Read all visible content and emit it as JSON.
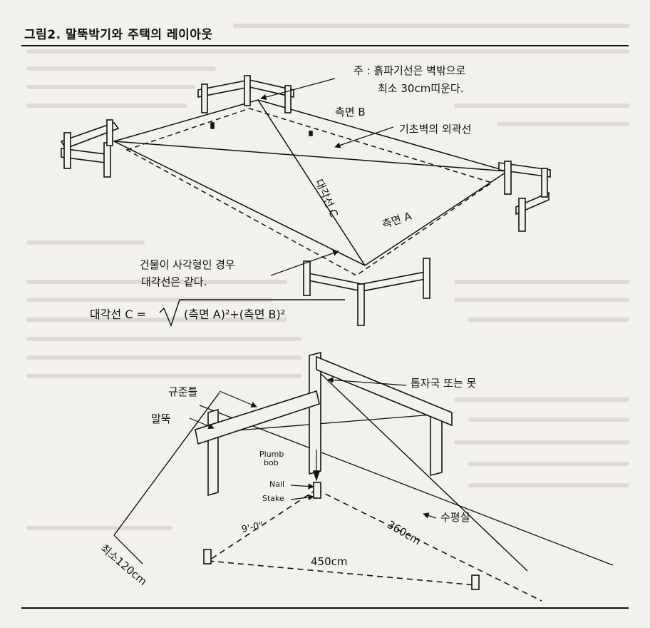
{
  "figure": {
    "title": "그림2. 말뚝박기와 주택의 레이아웃"
  },
  "top_diagram": {
    "note_line1": "주 : 흙파기선은 벽밖으로",
    "note_line2": "최소 30cm띠운다.",
    "side_b": "측면 B",
    "foundation_outline": "기초벽의 외곽선",
    "diagonal_c": "대각선 C",
    "side_a": "측면 A",
    "rect_note_line1": "건물이 사각형인 경우",
    "rect_note_line2": "대각선은 같다.",
    "formula_lhs": "대각선 C =",
    "formula_rhs": "(측면 A)²+(측면 B)²"
  },
  "bottom_diagram": {
    "batter_board": "규준틀",
    "stake": "말뚝",
    "saw_kerf_or_nail": "톱자국 또는 못",
    "plumb_bob_line1": "Plumb",
    "plumb_bob_line2": "bob",
    "nail": "Nail",
    "stake_en": "Stake",
    "level_line": "수평실",
    "dim_9ft": "9'-0\"",
    "dim_360": "360cm",
    "dim_450": "450cm",
    "dim_120": "최소120cm"
  }
}
